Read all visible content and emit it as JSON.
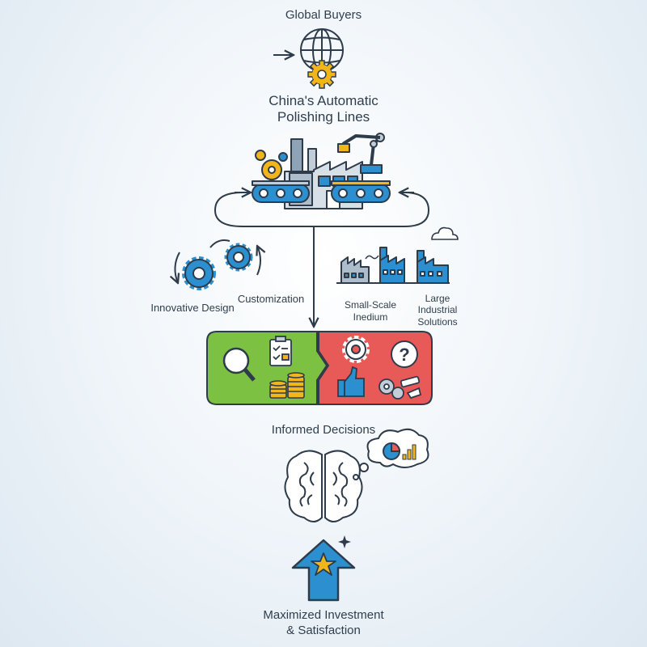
{
  "labels": {
    "global_buyers": "Global Buyers",
    "china_line1": "China's Automatic",
    "china_line2": "Polishing Lines",
    "innovative_design": "Innovative Design",
    "customization": "Customization",
    "small_scale_line1": "Small-Scale",
    "small_scale_line2": "Inedium",
    "large_line1": "Large",
    "large_line2": "Industrial",
    "large_line3": "Solutions",
    "informed_decisions": "Informed Decisions",
    "maximized_line1": "Maximized Investment",
    "maximized_line2": "& Satisfaction"
  },
  "colors": {
    "accent_blue": "#2b8fd0",
    "accent_yellow": "#f2b51a",
    "pros_green": "#7cc142",
    "cons_red": "#e85a57",
    "line_dark": "#2e3b4a"
  },
  "icons": [
    "arrow-right-icon",
    "globe-icon",
    "gear-icon",
    "factory-robot-icon",
    "gears-cycle-icon",
    "factories-icon",
    "cloud-icon",
    "magnifier-icon",
    "checklist-icon",
    "coins-icon",
    "gear-warning-icon",
    "question-icon",
    "thumbs-up-icon",
    "broken-parts-icon",
    "brain-icon",
    "thought-chart-icon",
    "up-arrow-star-icon",
    "sparkle-icon"
  ]
}
